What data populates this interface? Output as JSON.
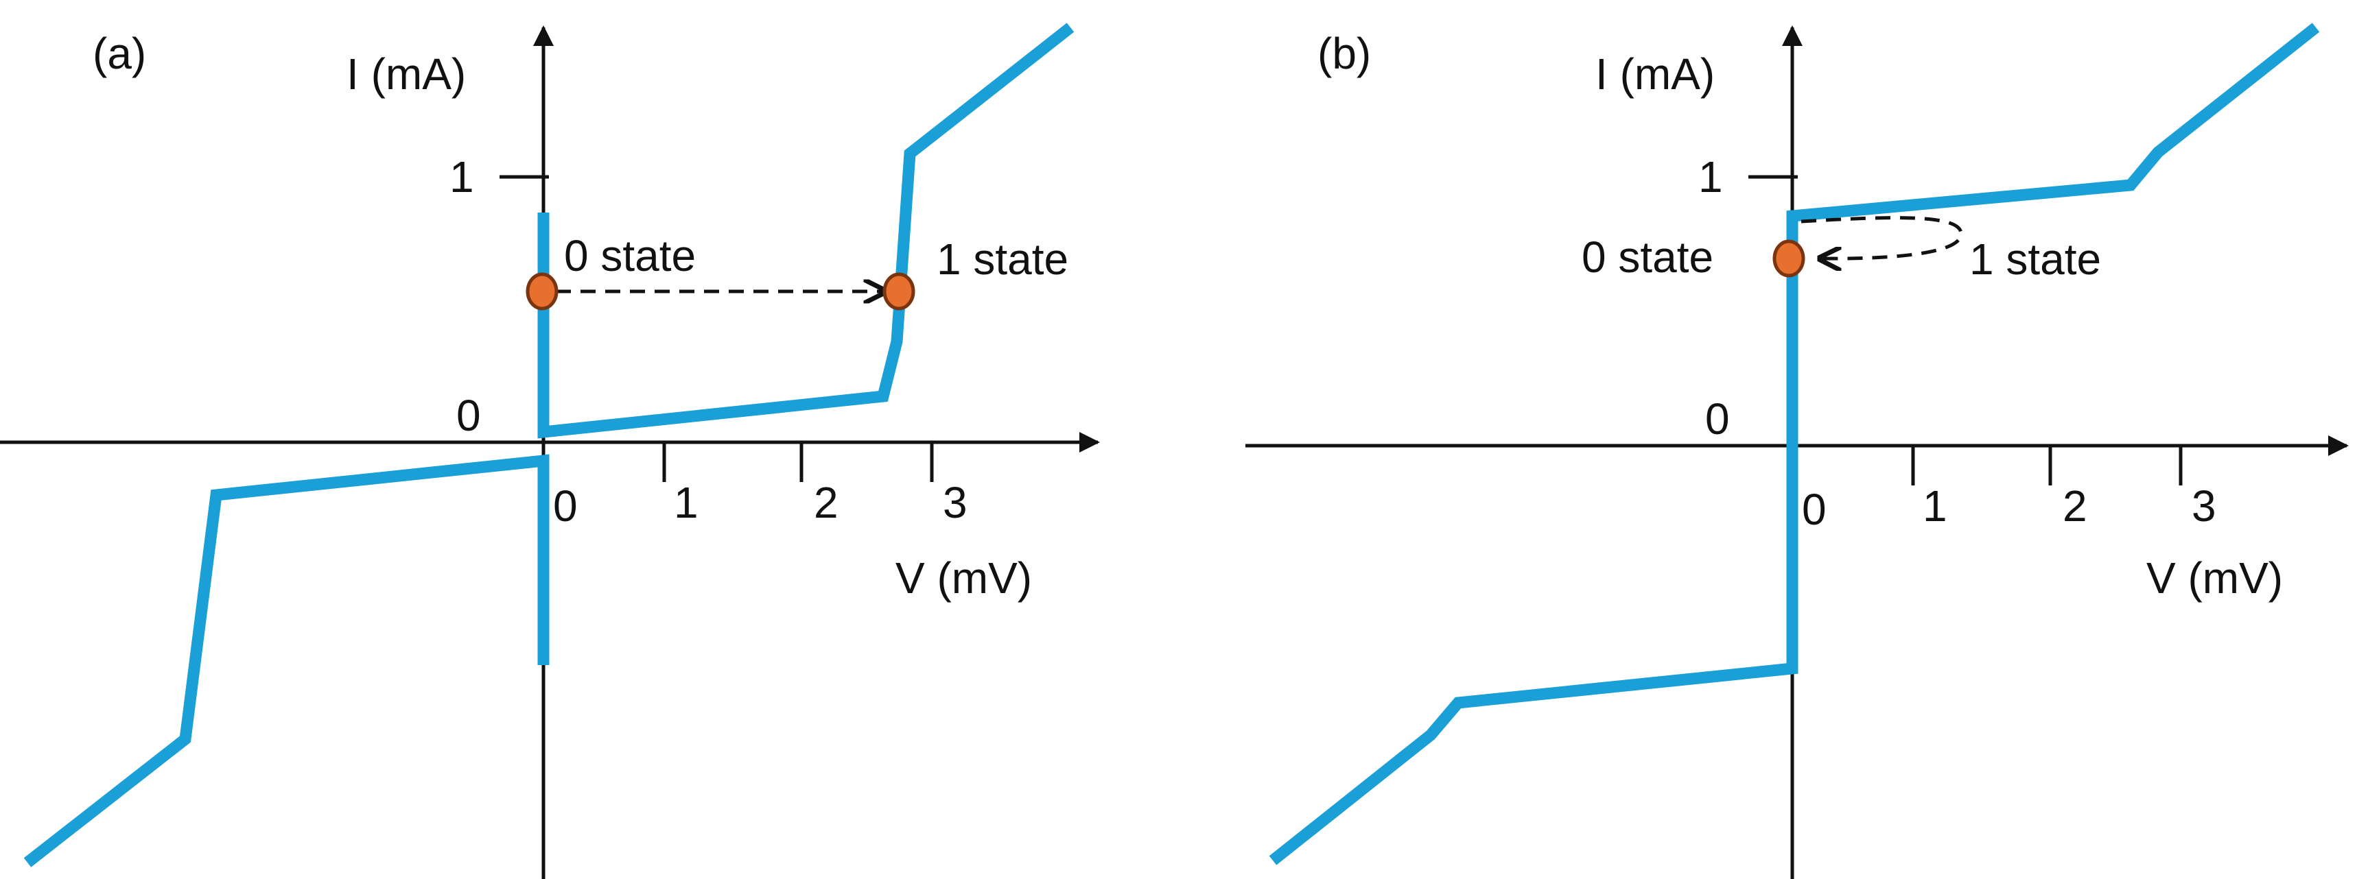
{
  "colors": {
    "curve": "#1a9fd6",
    "axis": "#111111",
    "marker_fill": "#e8702f",
    "marker_stroke": "#7a3510",
    "arrow": "#111111"
  },
  "panels": [
    {
      "id": "a",
      "label": "(a)",
      "y_axis_label": "I (mA)",
      "x_axis_label": "V (mV)",
      "y_ticks": [
        "1",
        "0"
      ],
      "x_ticks": [
        "0",
        "1",
        "2",
        "3"
      ],
      "state_labels": [
        "0 state",
        "1 state"
      ],
      "transition": "0 state switches to 1 state at constant current (dashed arrow)"
    },
    {
      "id": "b",
      "label": "(b)",
      "y_axis_label": "I (mA)",
      "x_axis_label": "V (mV)",
      "y_ticks": [
        "1",
        "0"
      ],
      "x_ticks": [
        "0",
        "1",
        "2",
        "3"
      ],
      "state_labels": [
        "0 state",
        "1 state"
      ],
      "transition": "1 state returns to 0 state (dashed curved arrow)"
    }
  ]
}
